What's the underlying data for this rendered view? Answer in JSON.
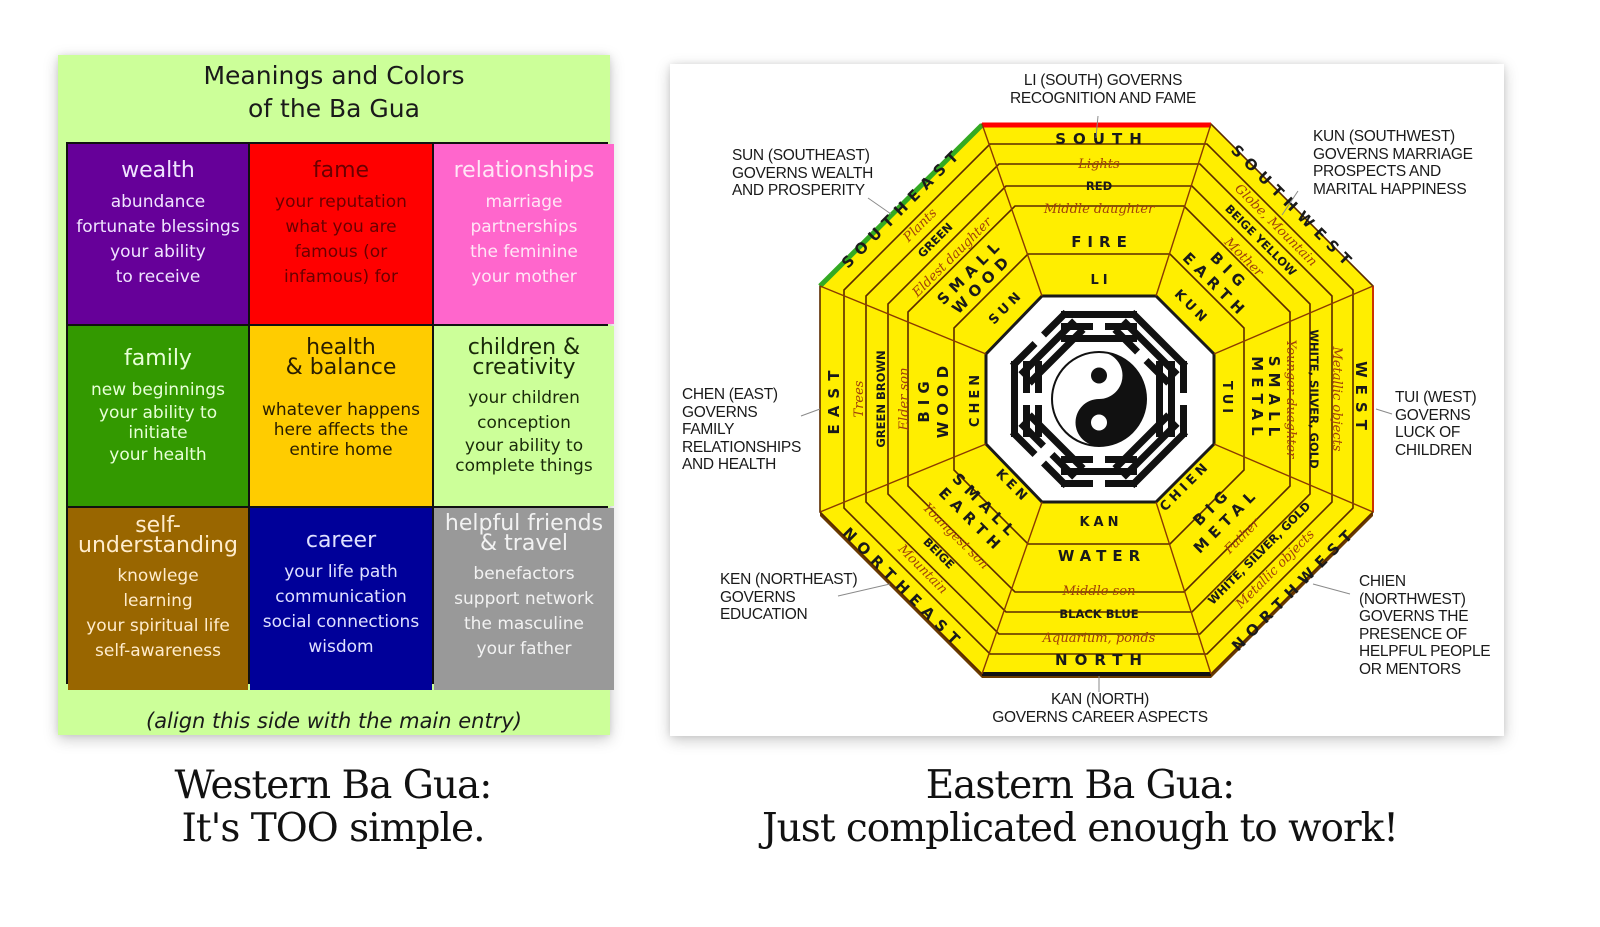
{
  "western": {
    "title_line1": "Meanings and Colors",
    "title_line2": "of the Ba Gua",
    "footer": "(align this side with the main entry)",
    "cells": [
      {
        "head": [
          "wealth"
        ],
        "lines": [
          "abundance",
          "fortunate blessings",
          "your ability",
          "to receive"
        ],
        "color": "#660099"
      },
      {
        "head": [
          "fame"
        ],
        "lines": [
          "your reputation",
          "what you are",
          "famous (or",
          "infamous) for"
        ],
        "color": "#ff0000"
      },
      {
        "head": [
          "relationships"
        ],
        "lines": [
          "marriage",
          "partnerships",
          "the feminine",
          "your mother"
        ],
        "color": "#ff66cc"
      },
      {
        "head": [
          "family"
        ],
        "lines": [
          "new beginnings",
          "your ability to",
          "initiate",
          "your health"
        ],
        "color": "#339900"
      },
      {
        "head": [
          "health",
          "& balance"
        ],
        "lines": [
          "whatever happens",
          "here affects the",
          "entire home"
        ],
        "color": "#ffcc00"
      },
      {
        "head": [
          "children &",
          "creativity"
        ],
        "lines": [
          "your children",
          "conception",
          "your ability to",
          "complete things"
        ],
        "color": "#ccff99"
      },
      {
        "head": [
          "self-",
          "understanding"
        ],
        "lines": [
          "knowlege",
          "learning",
          "your spiritual life",
          "self-awareness"
        ],
        "color": "#996600"
      },
      {
        "head": [
          "career"
        ],
        "lines": [
          "your life path",
          "communication",
          "social connections",
          "wisdom"
        ],
        "color": "#000099"
      },
      {
        "head": [
          "helpful friends",
          "& travel"
        ],
        "lines": [
          "benefactors",
          "support network",
          "the masculine",
          "your father"
        ],
        "color": "#999999"
      }
    ]
  },
  "eastern": {
    "callouts": {
      "south": [
        "LI (SOUTH) GOVERNS",
        "RECOGNITION AND FAME"
      ],
      "southeast": [
        "SUN (SOUTHEAST)",
        "GOVERNS WEALTH",
        "AND PROSPERITY"
      ],
      "southwest": [
        "KUN (SOUTHWEST)",
        "GOVERNS MARRIAGE",
        "PROSPECTS AND",
        "MARITAL HAPPINESS"
      ],
      "east": [
        "CHEN (EAST)",
        "GOVERNS",
        "FAMILY",
        "RELATIONSHIPS",
        "AND HEALTH"
      ],
      "west": [
        "TUI (WEST)",
        "GOVERNS",
        "LUCK OF",
        "CHILDREN"
      ],
      "northeast": [
        "KEN (NORTHEAST)",
        "GOVERNS",
        "EDUCATION"
      ],
      "northwest": [
        "CHIEN",
        "(NORTHWEST)",
        "GOVERNS THE",
        "PRESENCE OF",
        "HELPFUL PEOPLE",
        "OR MENTORS"
      ],
      "north": [
        "KAN (NORTH)",
        "GOVERNS CAREER ASPECTS"
      ]
    },
    "sectors": {
      "south": {
        "direction": "SOUTH",
        "objects": "Lights",
        "color": "RED",
        "family": "Middle daughter",
        "element": "FIRE",
        "trigram": "LI"
      },
      "southwest": {
        "direction": "SOUTHWEST",
        "objects": "Globe, Mountain",
        "color": "BEIGE YELLOW",
        "family": "Mother",
        "element": [
          "BIG",
          "EARTH"
        ],
        "trigram": "KUN"
      },
      "west": {
        "direction": "WEST",
        "objects": "Metallic objects",
        "color": "WHITE, SILVER, GOLD",
        "family": "Younger duaghter",
        "element": [
          "SMALL",
          "METAL"
        ],
        "trigram": "TUI"
      },
      "northwest": {
        "direction": "NORTHWEST",
        "objects": "Metallic objects",
        "color": "WHITE, SILVER, GOLD",
        "family": "Father",
        "element": [
          "BIG",
          "METAL"
        ],
        "trigram": "CHIEN"
      },
      "north": {
        "direction": "NORTH",
        "objects": "Aquarium, ponds",
        "color": "BLACK BLUE",
        "family": "Middle son",
        "element": "WATER",
        "trigram": "KAN"
      },
      "northeast": {
        "direction": "NORTHEAST",
        "objects": "Mountain",
        "color": "BEIGE",
        "family": "Youngest son",
        "element": [
          "SMALL",
          "EARTH"
        ],
        "trigram": "KEN"
      },
      "east": {
        "direction": "EAST",
        "objects": "Trees",
        "color": "GREEN BROWN",
        "family": "Elder son",
        "element": [
          "BIG",
          "WOOD"
        ],
        "trigram": "CHEN"
      },
      "southeast": {
        "direction": "SOUTHEAST",
        "objects": "Plants",
        "color": "GREEN",
        "family": "Eldest daughter",
        "element": [
          "SMALL",
          "WOOD"
        ],
        "trigram": "SUN"
      }
    },
    "palette": {
      "fill": "#ffee00",
      "line": "#8a3a00",
      "dark": "#1a1a1a",
      "south_edge": "#ff0000",
      "southeast_edge": "#33aa22"
    }
  },
  "captions": {
    "western": [
      "Western Ba Gua:",
      "It's TOO simple."
    ],
    "eastern": [
      "Eastern Ba Gua:",
      "Just complicated enough to work!"
    ]
  }
}
